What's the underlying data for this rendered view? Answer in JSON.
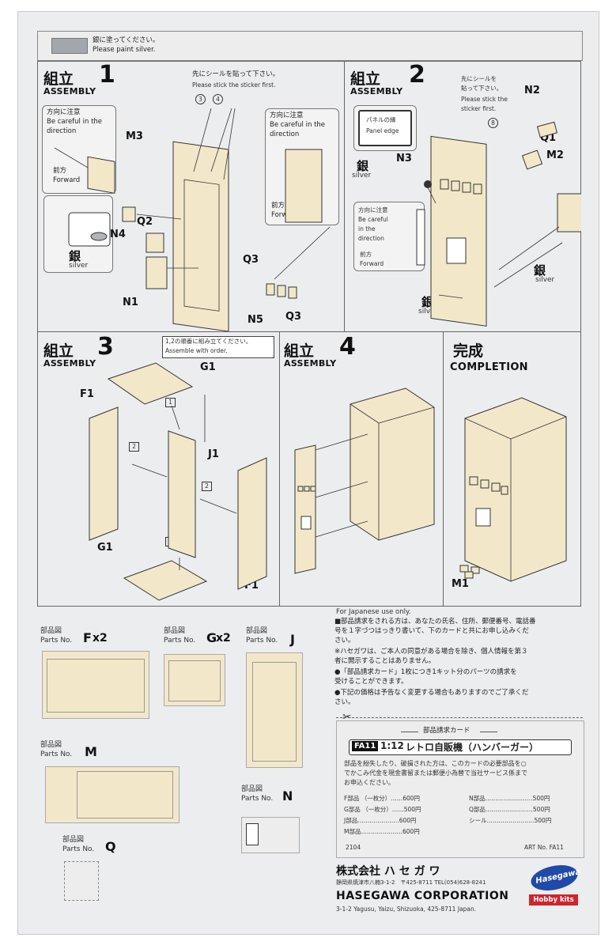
{
  "paint_note": {
    "jp": "銀に塗ってください。",
    "en": "Please paint silver."
  },
  "colors": {
    "part": "#f2e8c9",
    "silver_swatch": "#a3a6ab",
    "brand_blue": "#1f4aa8",
    "brand_red": "#d0242c"
  },
  "step1": {
    "title_jp": "組立",
    "title_en": "ASSEMBLY",
    "num": "1",
    "sticker_note_jp": "先にシールを貼って下さい。",
    "sticker_note_en": "Please stick the sticker first.",
    "sticker_nums": [
      "3",
      "4"
    ],
    "care_jp": "方向に注意",
    "care_en1": "Be careful in the",
    "care_en2": "direction",
    "fwd_jp": "前方",
    "fwd_en": "Forward",
    "care2_jp": "方向に注意",
    "care2_en1": "Be careful in the",
    "care2_en2": "direction",
    "fwd2_jp": "前方",
    "fwd2_en": "Forward",
    "parts": [
      "M3",
      "Q2",
      "N4",
      "N1",
      "Q3",
      "N5",
      "Q3"
    ],
    "silver_jp": "銀",
    "silver_en": "silver"
  },
  "step2": {
    "title_jp": "組立",
    "title_en": "ASSEMBLY",
    "num": "2",
    "panel_edge_jp": "パネルの縁",
    "panel_edge_en": "Panel edge",
    "sticker_jp1": "先にシールを",
    "sticker_jp2": "貼って下さい。",
    "sticker_en1": "Please stick the",
    "sticker_en2": "sticker first.",
    "sticker_num": "8",
    "care_jp": "方向に注意",
    "care_en1": "Be careful",
    "care_en2": "in the",
    "care_en3": "direction",
    "fwd_jp": "前方",
    "fwd_en": "Forward",
    "parts": [
      "N2",
      "Q1",
      "M2",
      "N3"
    ],
    "silver_jp": "銀",
    "silver_en": "silver"
  },
  "step3": {
    "title_jp": "組立",
    "title_en": "ASSEMBLY",
    "num": "3",
    "order_jp": "1,2の順番に組み立てください。",
    "order_en": "Assemble with order.",
    "parts": [
      "G1",
      "F1",
      "J1",
      "G1",
      "F1"
    ],
    "order_marks": [
      "1",
      "2",
      "2",
      "1"
    ]
  },
  "step4": {
    "title_jp": "組立",
    "title_en": "ASSEMBLY",
    "num": "4"
  },
  "completion": {
    "title_jp": "完成",
    "title_en": "COMPLETION",
    "part": "M1"
  },
  "parts_list": [
    {
      "jp": "部品図",
      "en": "Parts No.",
      "code": "F",
      "mult": "x2"
    },
    {
      "jp": "部品図",
      "en": "Parts No.",
      "code": "G",
      "mult": "x2"
    },
    {
      "jp": "部品図",
      "en": "Parts No.",
      "code": "J",
      "mult": ""
    },
    {
      "jp": "部品図",
      "en": "Parts No.",
      "code": "M",
      "mult": ""
    },
    {
      "jp": "部品図",
      "en": "Parts No.",
      "code": "N",
      "mult": ""
    },
    {
      "jp": "部品図",
      "en": "Parts No.",
      "code": "Q",
      "mult": ""
    }
  ],
  "japanese_use": {
    "heading": "For Japanese use only.",
    "p1": "■部品請求をされる方は、あなたの氏名、住所、郵便番号、電話番",
    "p1b": "号を１字づつはっきり書いて、下のカードと共にお申し込みくだ",
    "p1c": "さい。",
    "p2": "※ハセガワは、ご本人の同意がある場合を除き、個人情報を第３",
    "p2b": "者に開示することはありません。",
    "p3": "●「部品請求カード」1枚につき1キット分のパーツの請求を",
    "p3b": "受けることができます。",
    "p4": "●下記の価格は予告なく変更する場合もありますのでご了承くだ",
    "p4b": "さい。"
  },
  "card": {
    "title": "部品請求カード",
    "kit_code": "FA11",
    "scale": "1:12",
    "kit_name": "レトロ自販機（ハンバーガー）",
    "desc1": "部品を紛失したり、破損された方は、このカードの必要部品を○",
    "desc2": "でかこみ代金を現金書留または郵便小為替で当社サービス係まで",
    "desc3": "お申込ください。",
    "prices": [
      {
        "left": "F部品 （一枚分）……600円",
        "right": "N部品……………………500円"
      },
      {
        "left": "G部品 （一枚分）……500円",
        "right": "Q部品……………………500円"
      },
      {
        "left": "J部品…………………600円",
        "right": "シール……………………500円"
      },
      {
        "left": "M部品…………………600円",
        "right": ""
      }
    ],
    "code": "2104",
    "art_no": "ART No. FA11"
  },
  "company": {
    "name_jp": "株式会社 ハ セ ガ ワ",
    "addr_jp": "静岡県焼津市八楠3-1-2　〒425-8711 TEL(054)628-8241",
    "name_en": "HASEGAWA  CORPORATION",
    "addr_en": "3-1-2 Yagusu, Yaizu, Shizuoka, 425-8711 Japan.",
    "logo_text": "Hasegawa",
    "logo_sub": "Hobby kits"
  }
}
